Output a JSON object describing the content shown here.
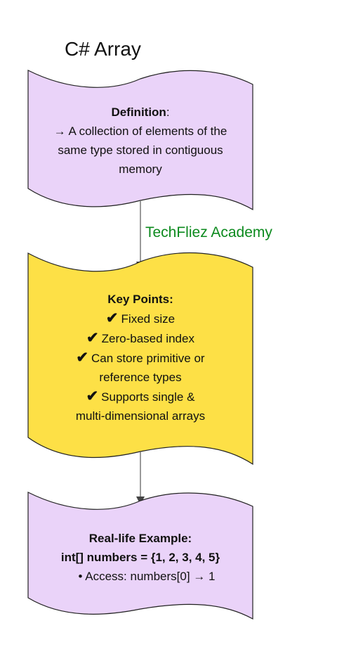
{
  "title": "C# Array",
  "watermark": {
    "text": "TechFliez Academy",
    "color": "#0c8a1e"
  },
  "colors": {
    "purple_fill": "#ead3f9",
    "yellow_fill": "#fde046",
    "stroke": "#222222",
    "connector": "#555555"
  },
  "definition": {
    "heading": "Definition",
    "heading_suffix": ":",
    "lines": [
      "→ A collection of elements of the",
      "same type stored in contiguous",
      "memory"
    ]
  },
  "key_points": {
    "heading": "Key Points:",
    "check_icon": "✔",
    "items": [
      {
        "text": "Fixed size",
        "check": true
      },
      {
        "text": "Zero-based index",
        "check": true
      },
      {
        "text": "Can store primitive or",
        "check": true
      },
      {
        "text": "reference types",
        "check": false
      },
      {
        "text": "Supports single &",
        "check": true
      },
      {
        "text": "multi-dimensional arrays",
        "check": false
      }
    ]
  },
  "example": {
    "heading": "Real-life Example:",
    "code": "int[] numbers = {1, 2, 3, 4, 5}",
    "access": "• Access: numbers[0] → 1"
  }
}
